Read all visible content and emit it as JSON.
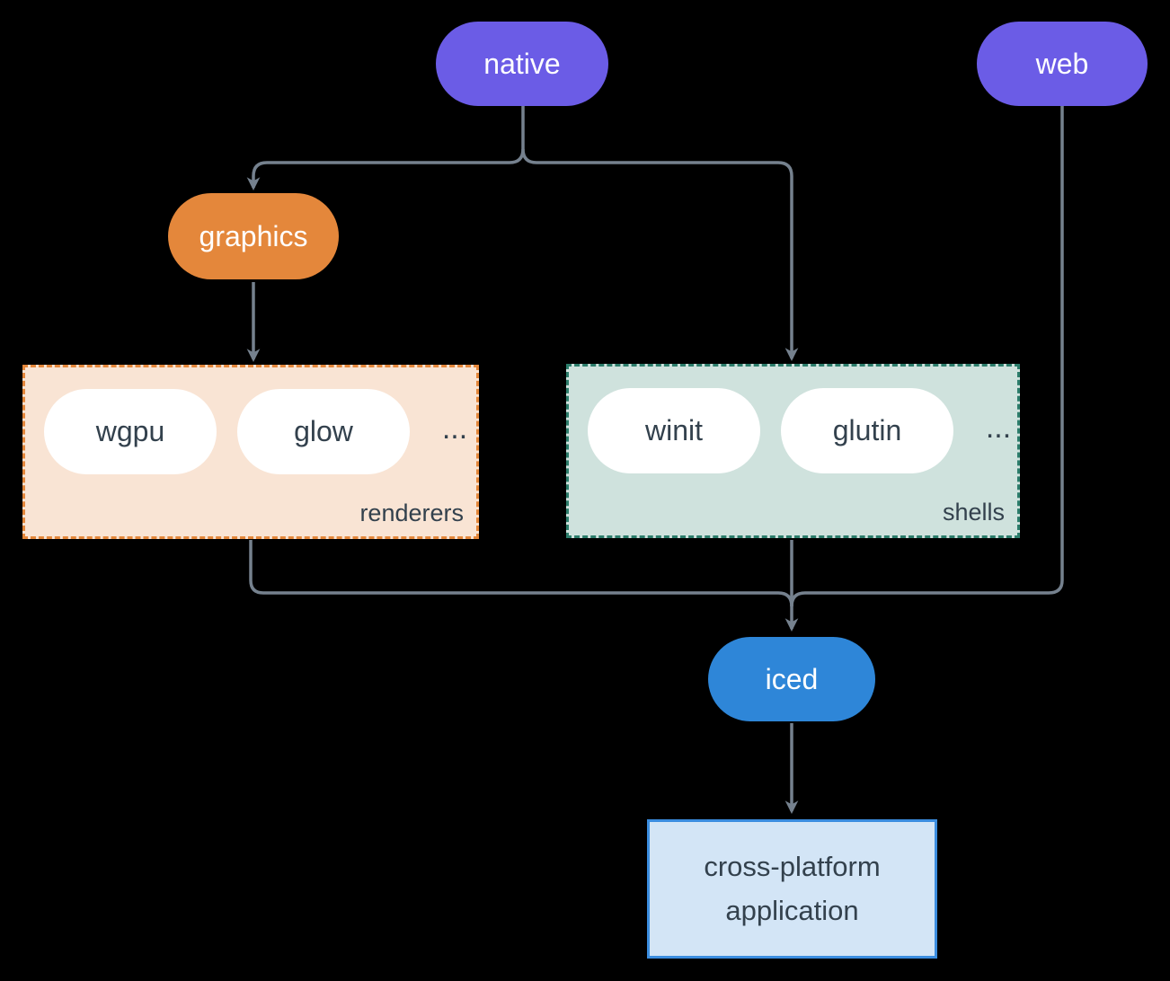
{
  "nodes": {
    "native": "native",
    "web": "web",
    "graphics": "graphics",
    "iced": "iced",
    "application": "cross-platform application"
  },
  "groups": {
    "renderers": {
      "label": "renderers",
      "items": [
        "wgpu",
        "glow"
      ],
      "ellipsis": "..."
    },
    "shells": {
      "label": "shells",
      "items": [
        "winit",
        "glutin"
      ],
      "ellipsis": "..."
    }
  },
  "edges": [
    {
      "from": "native",
      "to": "graphics"
    },
    {
      "from": "native",
      "to": "shells"
    },
    {
      "from": "graphics",
      "to": "renderers"
    },
    {
      "from": "renderers",
      "to": "iced"
    },
    {
      "from": "shells",
      "to": "iced"
    },
    {
      "from": "web",
      "to": "iced"
    },
    {
      "from": "iced",
      "to": "application"
    }
  ],
  "colors": {
    "background": "#000000",
    "node_purple": "#6b5ce6",
    "node_orange": "#e4873b",
    "node_blue": "#2e86d8",
    "renderers_bg": "#f9e4d4",
    "renderers_border": "#e4873b",
    "shells_bg": "#cfe2dd",
    "shells_border": "#2c7d6b",
    "app_bg": "#d3e5f6",
    "app_border": "#3b8ddf",
    "edge": "#75818e",
    "text_dark": "#33414d",
    "text_light": "#ffffff"
  }
}
